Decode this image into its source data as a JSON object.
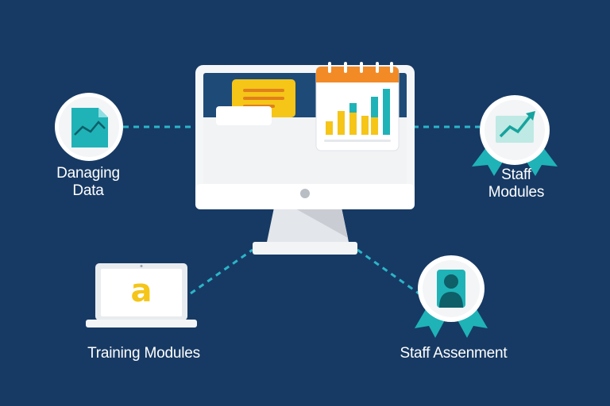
{
  "nodes": {
    "managing_data": {
      "line1": "Danaging",
      "line2": "Data",
      "icon": "document-chart-icon"
    },
    "staff_modules": {
      "line1": "Staff",
      "line2": "Modules",
      "icon": "growth-chart-badge-icon"
    },
    "training_modules": {
      "label": "Training Modules",
      "icon": "laptop-icon",
      "screen_glyph": "a"
    },
    "staff_assessment": {
      "label": "Staff Assenment",
      "icon": "user-badge-icon"
    }
  },
  "colors": {
    "background": "#173a64",
    "connector": "#2bb5c8",
    "teal": "#1fb3b7",
    "yellow": "#f5c518",
    "orange": "#f28a26",
    "white": "#ffffff"
  }
}
